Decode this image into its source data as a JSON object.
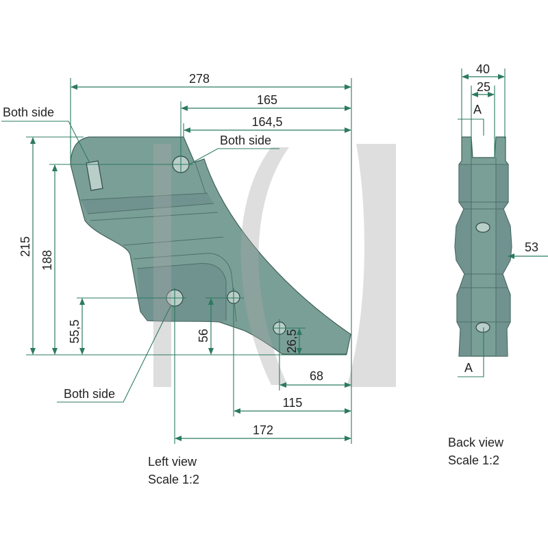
{
  "colors": {
    "dimension": "#2b7a5f",
    "part_fill": "#7a9f97",
    "part_stroke": "#3f5f58",
    "watermark": "#a8a8a8"
  },
  "left_view": {
    "title": "Left view",
    "scale": "Scale 1:2",
    "dimensions": {
      "overall_length": "278",
      "upper_hole_to_tip": "165",
      "top_edge_to_tip": "164,5",
      "overall_height": "215",
      "upper_hole_height": "188",
      "rear_hole_height": "55,5",
      "middle_hole_height": "56",
      "front_hole_height": "26,5",
      "front_hole_to_tip": "68",
      "middle_hole_to_tip": "115",
      "rear_hole_to_tip": "172"
    },
    "callouts": {
      "slot": "Both side",
      "upper_hole": "Both side",
      "rear_hole": "Both side"
    }
  },
  "back_view": {
    "title": "Back view",
    "scale": "Scale 1:2",
    "dimensions": {
      "overall_width": "40",
      "slot_width": "25",
      "thickness": "53"
    },
    "section_marks": {
      "top": "A",
      "bottom": "A"
    }
  }
}
